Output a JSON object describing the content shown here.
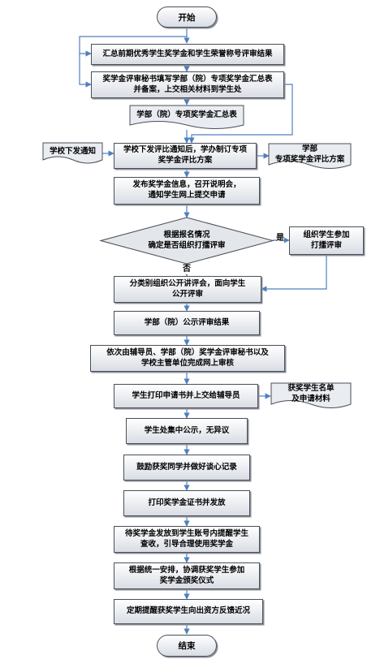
{
  "flowchart": {
    "start": "开始",
    "end": "结束",
    "steps": {
      "summary_results": "汇总前期优秀学生奖学金和学生荣誉称号评审结果",
      "secretary_fill": "奖学金评审秘书填写学部（院）专项奖学金汇总表\n并备案，上交相关材料到学生处",
      "dept_summary_table": "学部（院）专项奖学金汇总表",
      "school_notice_doc": "学校下发通知",
      "draft_plan": "学校下发评比通知后，学办制订专项\n奖学金评比方案",
      "dept_plan_doc": "学部\n专项奖学金评比方案",
      "publish_info": "发布奖学金信息，召开说明会，\n通知学生网上提交申请",
      "decision": "根据报名情况\n确定是否组织打擂评审",
      "organize_contest": "组织学生参加\n打擂评审",
      "public_review": "分类别组织公开讲评会，面向学生\n公开评审",
      "announce_results": "学部（院）公示评审结果",
      "online_review": "依次由辅导员、学部（院）奖学金评审秘书以及\n学校主管单位完成网上审核",
      "print_application": "学生打印申请书并上交给辅导员",
      "winner_list_doc": "获奖学生名单\n及申请材料",
      "central_publicity": "学生处集中公示，无异议",
      "encourage_talk": "鼓励获奖同学并做好谈心记录",
      "print_certificate": "打印奖学金证书并发放",
      "remind_students": "待奖学金发放到学生账号内提醒学生\n查收，引导合理使用奖学金",
      "award_ceremony": "根据统一安排，协调获奖学生参加\n奖学金颁奖仪式",
      "feedback": "定期提醒获奖学生向出资方反馈近况"
    },
    "labels": {
      "yes": "是",
      "no": "否"
    }
  }
}
